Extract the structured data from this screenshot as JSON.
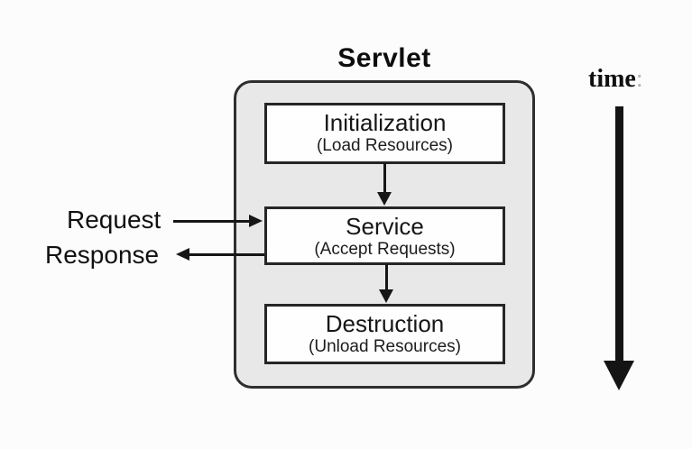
{
  "diagram": {
    "title": "Servlet",
    "stages": [
      {
        "name": "Initialization",
        "subtitle": "(Load Resources)"
      },
      {
        "name": "Service",
        "subtitle": "(Accept Requests)"
      },
      {
        "name": "Destruction",
        "subtitle": "(Unload Resources)"
      }
    ],
    "labels": {
      "request": "Request",
      "response": "Response",
      "time": "time",
      "time_colon": ":"
    },
    "colors": {
      "background": "#fcfcfc",
      "container_fill": "#e8e8e8",
      "container_border": "#2e2e2e",
      "box_fill": "#fefefe",
      "box_border": "#262626",
      "arrow": "#161616",
      "text": "#111111",
      "faint_colon": "#b5b5b5"
    }
  }
}
